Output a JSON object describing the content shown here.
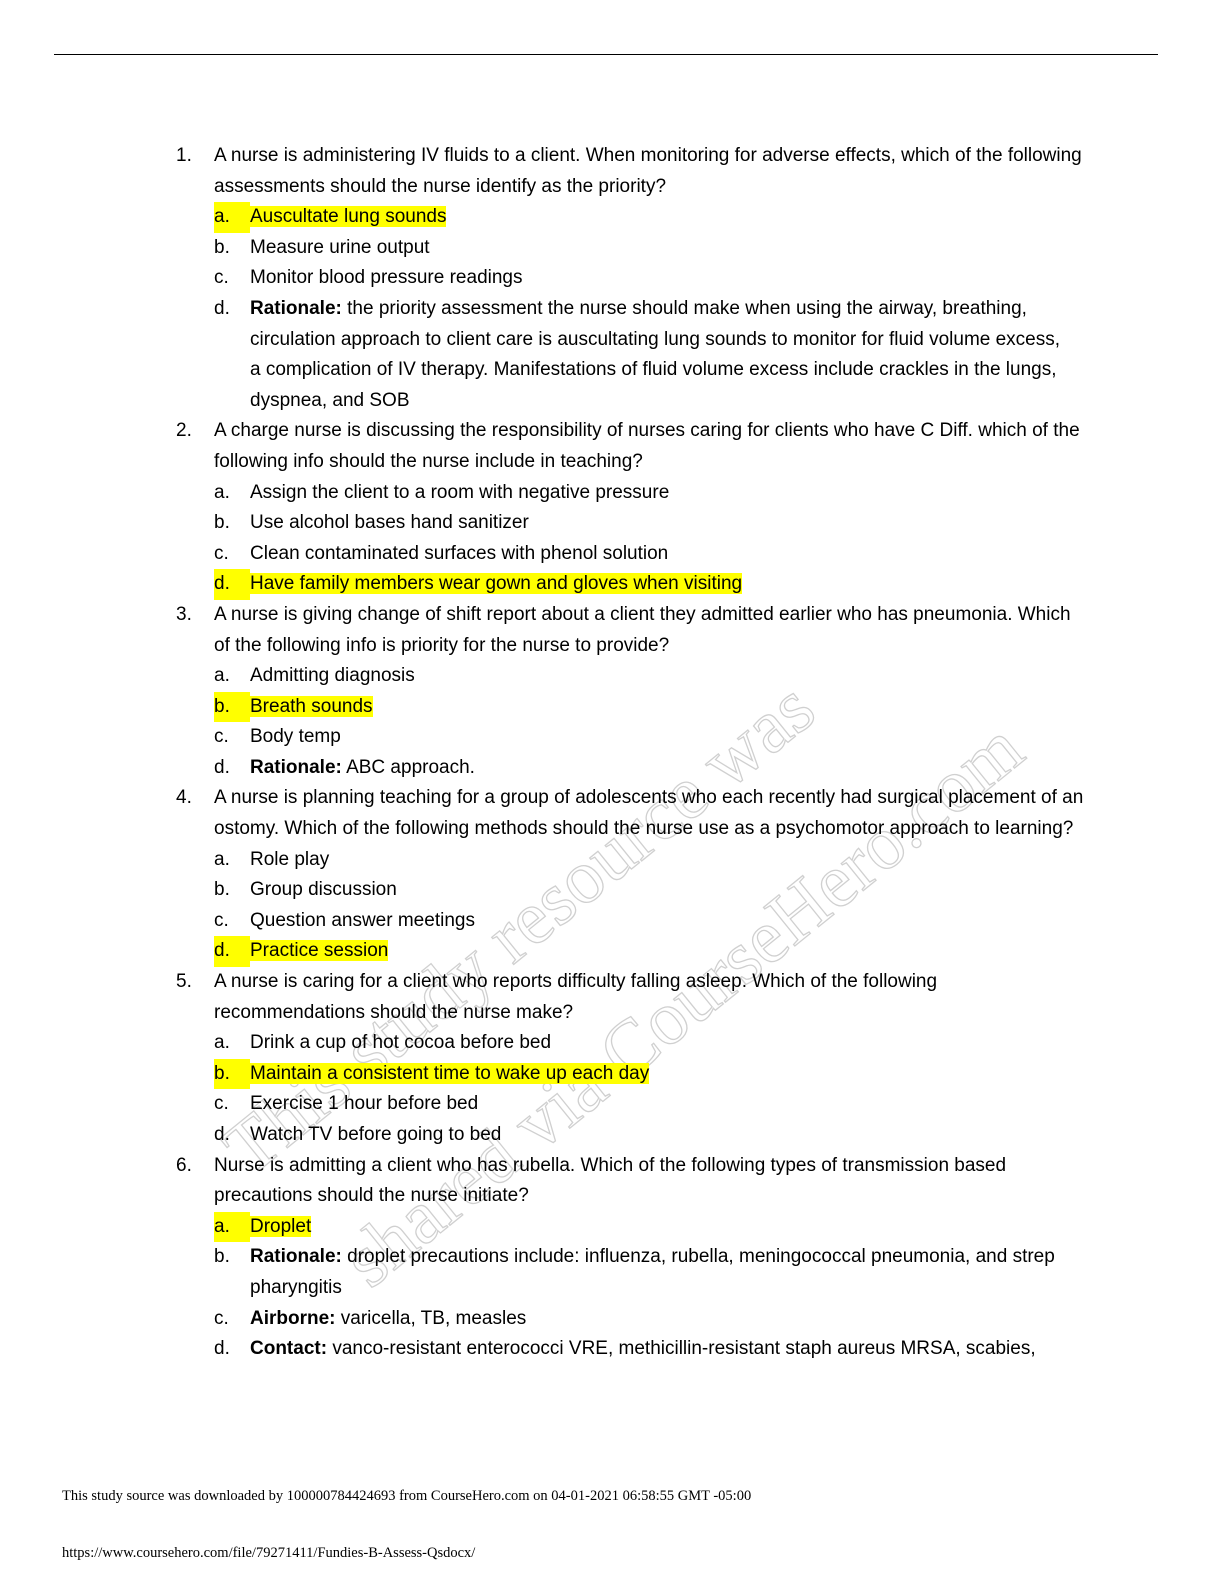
{
  "questions": [
    {
      "num": "1.",
      "text": "A nurse is administering IV fluids to a client. When monitoring for adverse effects, which of the following assessments should the nurse identify as the priority?",
      "options": [
        {
          "letter": "a.",
          "label": "",
          "text": "Auscultate lung sounds",
          "highlight": true
        },
        {
          "letter": "b.",
          "label": "",
          "text": "Measure urine output",
          "highlight": false
        },
        {
          "letter": "c.",
          "label": "",
          "text": "Monitor blood pressure readings",
          "highlight": false
        },
        {
          "letter": "d.",
          "label": "Rationale:",
          "text": " the priority assessment the nurse should make when using the airway, breathing, circulation approach to client care is auscultating lung sounds to monitor for fluid volume excess, a complication of IV therapy. Manifestations of fluid volume excess include crackles in the lungs, dyspnea, and SOB",
          "highlight": false
        }
      ]
    },
    {
      "num": "2.",
      "text": "A charge nurse is discussing the responsibility of nurses caring for clients who have C Diff. which of the following info should the nurse include in teaching?",
      "options": [
        {
          "letter": "a.",
          "label": "",
          "text": "Assign the client to a room with negative pressure",
          "highlight": false
        },
        {
          "letter": "b.",
          "label": "",
          "text": "Use alcohol bases hand sanitizer",
          "highlight": false
        },
        {
          "letter": "c.",
          "label": "",
          "text": "Clean contaminated surfaces with phenol solution",
          "highlight": false
        },
        {
          "letter": "d.",
          "label": "",
          "text": "Have family members wear gown and gloves when visiting",
          "highlight": true
        }
      ]
    },
    {
      "num": "3.",
      "text": "A nurse is giving change of shift report about a client they admitted earlier who has pneumonia. Which of the following info is priority for the nurse to provide?",
      "options": [
        {
          "letter": "a.",
          "label": "",
          "text": "Admitting diagnosis",
          "highlight": false
        },
        {
          "letter": "b.",
          "label": "",
          "text": "Breath sounds",
          "highlight": true
        },
        {
          "letter": "c.",
          "label": "",
          "text": "Body temp",
          "highlight": false
        },
        {
          "letter": "d.",
          "label": "Rationale:",
          "text": " ABC approach.",
          "highlight": false
        }
      ]
    },
    {
      "num": "4.",
      "text": "A nurse is planning teaching for a group of adolescents who each recently had surgical placement of an ostomy. Which of the following methods should the nurse use as a psychomotor approach to learning?",
      "options": [
        {
          "letter": "a.",
          "label": "",
          "text": "Role play",
          "highlight": false
        },
        {
          "letter": "b.",
          "label": "",
          "text": "Group discussion",
          "highlight": false
        },
        {
          "letter": "c.",
          "label": "",
          "text": "Question answer meetings",
          "highlight": false
        },
        {
          "letter": "d.",
          "label": "",
          "text": "Practice session",
          "highlight": true
        }
      ]
    },
    {
      "num": "5.",
      "text": "A nurse is caring for a client who reports difficulty falling asleep. Which of the following recommendations should the nurse make?",
      "options": [
        {
          "letter": "a.",
          "label": "",
          "text": "Drink a cup of hot cocoa before bed",
          "highlight": false
        },
        {
          "letter": "b.",
          "label": "",
          "text": "Maintain a consistent time to wake up each day",
          "highlight": true
        },
        {
          "letter": "c.",
          "label": "",
          "text": "Exercise 1 hour before bed",
          "highlight": false
        },
        {
          "letter": "d.",
          "label": "",
          "text": "Watch TV before going to bed",
          "highlight": false
        }
      ]
    },
    {
      "num": "6.",
      "text": "Nurse is admitting a client who has rubella. Which of the following types of transmission based precautions should the nurse initiate?",
      "options": [
        {
          "letter": "a.",
          "label": "",
          "text": "Droplet",
          "highlight": true
        },
        {
          "letter": "b.",
          "label": "Rationale:",
          "text": " droplet precautions include: influenza, rubella, meningococcal pneumonia, and strep pharyngitis",
          "highlight": false
        },
        {
          "letter": "c.",
          "label": "Airborne:",
          "text": " varicella, TB, measles",
          "highlight": false
        },
        {
          "letter": "d.",
          "label": "Contact:",
          "text": " vanco-resistant enterococci VRE, methicillin-resistant staph aureus MRSA, scabies,",
          "highlight": false
        }
      ]
    }
  ],
  "watermark": {
    "line1": "This study resource was",
    "line2": "shared via CourseHero.com",
    "color": "#c8c8c8"
  },
  "footer": {
    "download_note": "This study source was downloaded by 100000784424693 from CourseHero.com on 04-01-2021 06:58:55 GMT -05:00",
    "url": "https://www.coursehero.com/file/79271411/Fundies-B-Assess-Qsdocx/"
  },
  "colors": {
    "highlight": "#ffff00"
  }
}
